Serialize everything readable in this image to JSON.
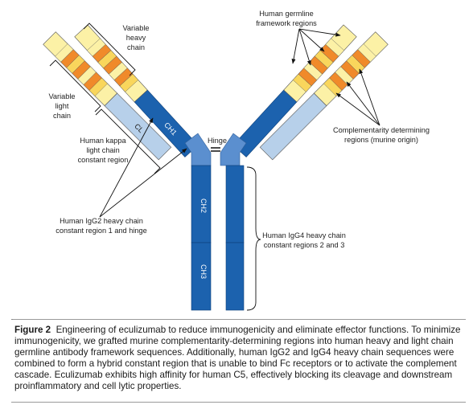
{
  "colors": {
    "dark_blue": "#1c62ae",
    "medium_blue": "#5b8fcf",
    "light_blue": "#b7d0ea",
    "pale_yellow": "#fcf1a6",
    "yellow": "#f9d65c",
    "orange": "#f08a2a"
  },
  "labels": {
    "variable_heavy_chain": [
      "Variable",
      "heavy",
      "chain"
    ],
    "variable_light_chain": [
      "Variable",
      "light",
      "chain"
    ],
    "human_germline": [
      "Human germline",
      "framework regions"
    ],
    "cdr": [
      "Complementarity determining",
      "regions (murine origin)"
    ],
    "kappa": [
      "Human kappa",
      "light chain",
      "constant region"
    ],
    "igg2": [
      "Human IgG2 heavy chain",
      "constant region 1 and hinge"
    ],
    "igg4": [
      "Human IgG4 heavy chain",
      "constant regions 2 and 3"
    ],
    "hinge": "Hinge",
    "ch1": "CH1",
    "cl": "CL",
    "ch2": "CH2",
    "ch3": "CH3"
  },
  "caption": {
    "title": "Figure 2",
    "text": "Engineering of eculizumab to reduce immunogenicity and eliminate effector functions. To minimize immunogenicity, we grafted murine complementarity-determining regions into human heavy and light chain germline antibody framework sequences. Additionally, human IgG2 and IgG4 heavy chain sequences were combined to form a hybrid constant region that is unable to bind Fc receptors or to activate the complement cascade. Eculizumab exhibits high affinity for human C5, effectively blocking its cleavage and downstream proinflammatory and cell lytic properties."
  }
}
